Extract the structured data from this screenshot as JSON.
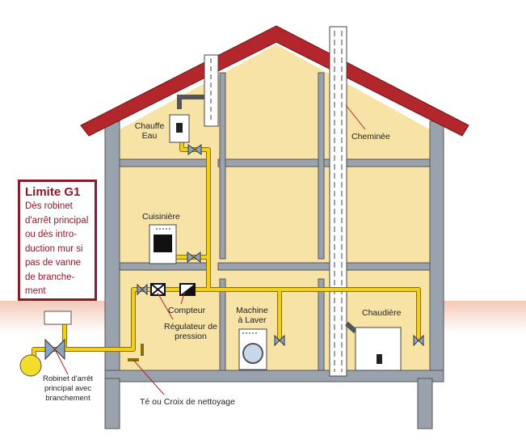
{
  "limit_box": {
    "title": "Limite G1",
    "text": "Dès robinet d'arrêt principal ou dès intro-duction mur si pas de vanne de branche-ment"
  },
  "labels": {
    "water_heater": "Chauffe Eau",
    "chimney": "Cheminée",
    "cooker": "Cuisinière",
    "meter": "Compteur",
    "regulator": "Régulateur de pression",
    "washing_machine": "Machine à Laver",
    "boiler": "Chaudière",
    "main_valve": "Robinet d'arrêt principal avec branchement",
    "cleaning_tee": "Té ou Croix de nettoyage"
  },
  "colors": {
    "roof": "#b3262c",
    "wall": "#9aa3ad",
    "interior": "#f7e3a6",
    "pipe": "#f2cf1f",
    "accent": "#8b1a2b"
  }
}
